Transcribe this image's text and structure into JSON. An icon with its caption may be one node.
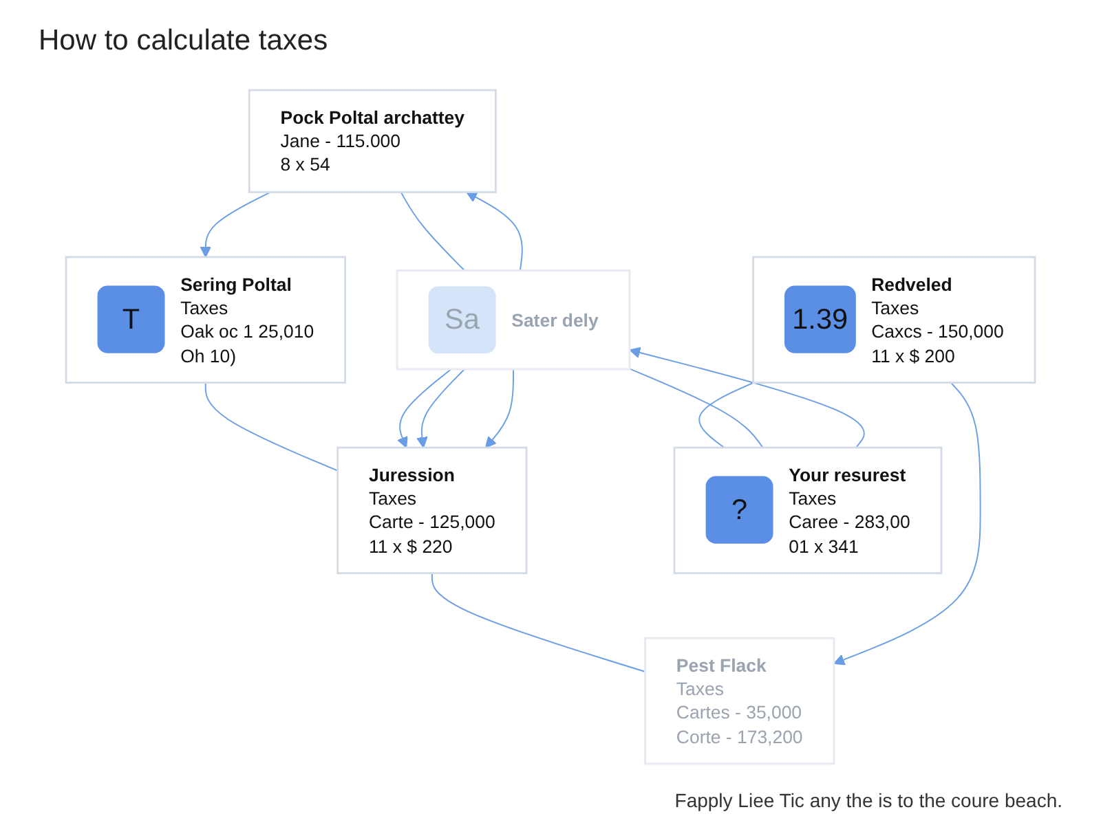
{
  "diagram": {
    "title": "How to calculate taxes",
    "caption": "Fapply Liee Tic any the is to the coure beach.",
    "nodes": [
      {
        "text": [
          "T",
          "Sering Poltal",
          "Taxes",
          "Oak oc 1 25,010",
          "Oh 10)"
        ]
      },
      {
        "text": [
          "Pock Poltal archattey",
          "Jane - 115.000",
          "8 x 54"
        ]
      },
      {
        "text": [
          "Juression",
          "Taxes",
          "Carte - 125,000",
          "11 x $ 220"
        ]
      },
      {
        "text": [
          "Sa",
          "Sater dely"
        ]
      },
      {
        "text": [
          "Pest Flack",
          "Taxes",
          "Cartes - 35,000",
          "Corte - 173,200"
        ]
      },
      {
        "text": [
          "?",
          "Your resurest",
          "Taxes",
          "Caree - 283,00",
          "01 x 341"
        ]
      },
      {
        "text": [
          "1.39",
          "Redveled",
          "Taxes",
          "Caxcs - 150,000",
          "11 x $ 200"
        ]
      }
    ],
    "edges": [
      {
        "from": 1,
        "to": 0,
        "arrow": "to"
      },
      {
        "from": 0,
        "to": 2,
        "arrow": "none"
      },
      {
        "from": 2,
        "to": 4,
        "arrow": "none"
      },
      {
        "from": 6,
        "to": 4,
        "arrow": "to"
      },
      {
        "from": 6,
        "to": 5,
        "arrow": "none"
      },
      {
        "from": 5,
        "to": 3,
        "arrow": "to"
      },
      {
        "from": 3,
        "to": 1,
        "arrow": "to"
      },
      {
        "from": 1,
        "to": 3,
        "arrow": "none"
      },
      {
        "from": 3,
        "to": 5,
        "arrow": "none"
      },
      {
        "from": 3,
        "to": 2,
        "arrow": "to"
      },
      {
        "from": 3,
        "to": 2,
        "arrow": "to"
      },
      {
        "from": 3,
        "to": 2,
        "arrow": "to"
      }
    ]
  }
}
